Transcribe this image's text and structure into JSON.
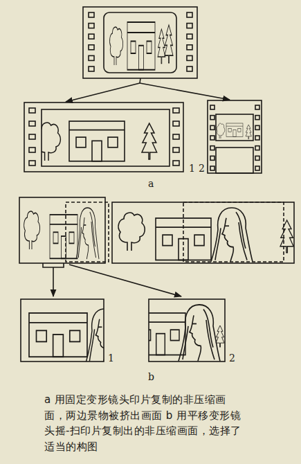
{
  "diagram": {
    "caption": "a 用固定变形镜头印片复制的非压缩画面，两边景物被挤出画面 b 用平移变形镜头摇-扫印片复制出的非压缩画面，选择了适当的构图",
    "labels": [
      "1",
      "2",
      "a",
      "1",
      "2",
      "b"
    ]
  }
}
